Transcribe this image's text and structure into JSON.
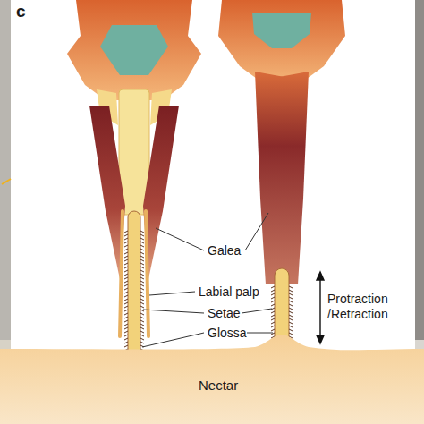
{
  "diagram": {
    "nodes": [
      {
        "text": [
          "Nectar"
        ]
      }
    ],
    "labels": [
      "c",
      "Galea",
      "Labial palp",
      "Setae",
      "Glossa",
      "Protraction /Retraction"
    ]
  }
}
